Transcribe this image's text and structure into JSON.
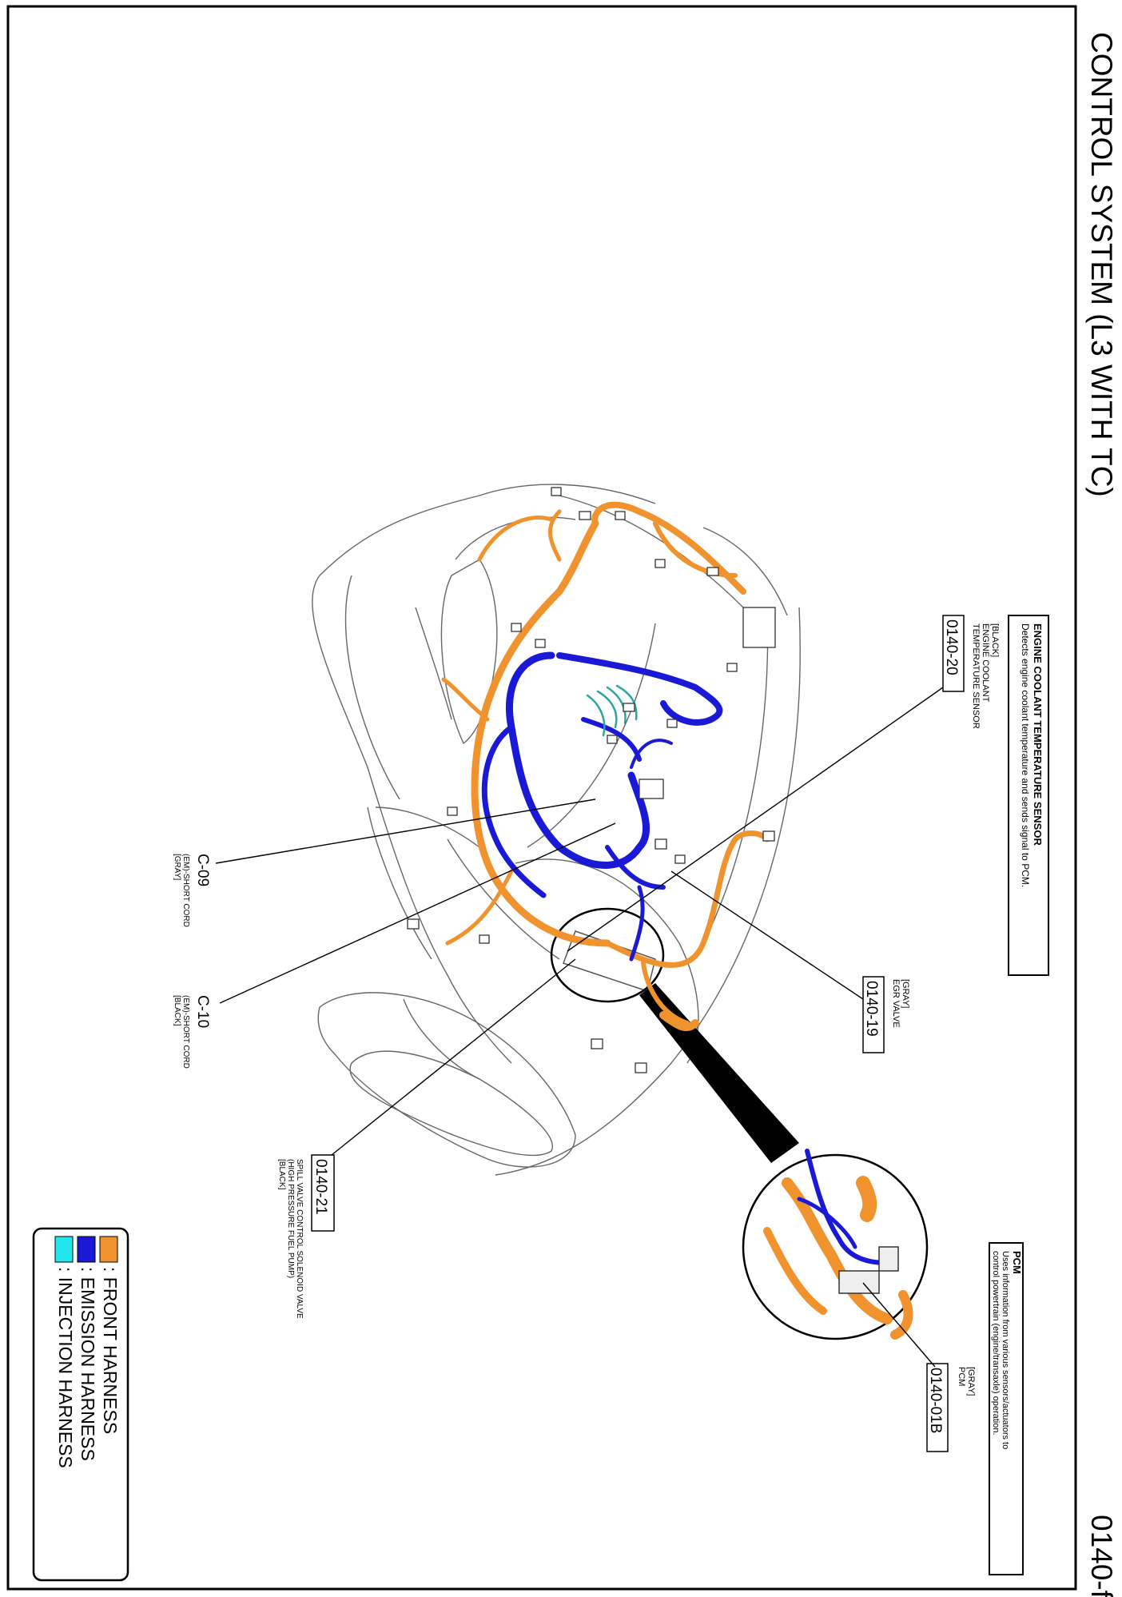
{
  "page": {
    "title": "CONTROL SYSTEM (L3 WITH TC)",
    "page_number": "0140-f"
  },
  "callouts": {
    "ect_sensor": {
      "heading": "ENGINE COOLANT TEMPERATURE SENSOR",
      "description": "Detects engine coolant temperature and sends signal to PCM.",
      "color_note": "[BLACK]",
      "name_line1": "ENGINE COOLANT",
      "name_line2": "TEMPERATURE SENSOR",
      "code": "0140-20"
    },
    "egr_valve": {
      "color_note": "[GRAY]",
      "name": "EGR VALVE",
      "code": "0140-19"
    },
    "c09": {
      "code": "C-09",
      "name": "(EM)-SHORT CORD",
      "color_note": "[GRAY]"
    },
    "c10": {
      "code": "C-10",
      "name": "(EM)-SHORT CORD",
      "color_note": "[BLACK]"
    },
    "spill_valve": {
      "code": "0140-21",
      "name_line1": "SPILL VALVE CONTROL SOLENOID VALVE",
      "name_line2": "(HIGH PRESSURE FUEL PUMP)",
      "color_note": "[BLACK]"
    },
    "pcm": {
      "heading": "PCM",
      "description_line1": "Uses information from various sensors/actuators to",
      "description_line2": "control powertrain (engine/transaxle) operation.",
      "color_note": "[GRAY]",
      "name": "PCM",
      "code": "0140-01B"
    }
  },
  "legend": {
    "items": [
      {
        "label": ": FRONT HARNESS",
        "color": "#F0922E"
      },
      {
        "label": ": EMISSION HARNESS",
        "color": "#1A1AD6"
      },
      {
        "label": ": INJECTION HARNESS",
        "color": "#22E6EE"
      }
    ]
  },
  "colors": {
    "front_harness": "#F0922E",
    "emission_harness": "#1A1AD6",
    "injection_harness": "#2FA5A0",
    "line": "#000000"
  }
}
